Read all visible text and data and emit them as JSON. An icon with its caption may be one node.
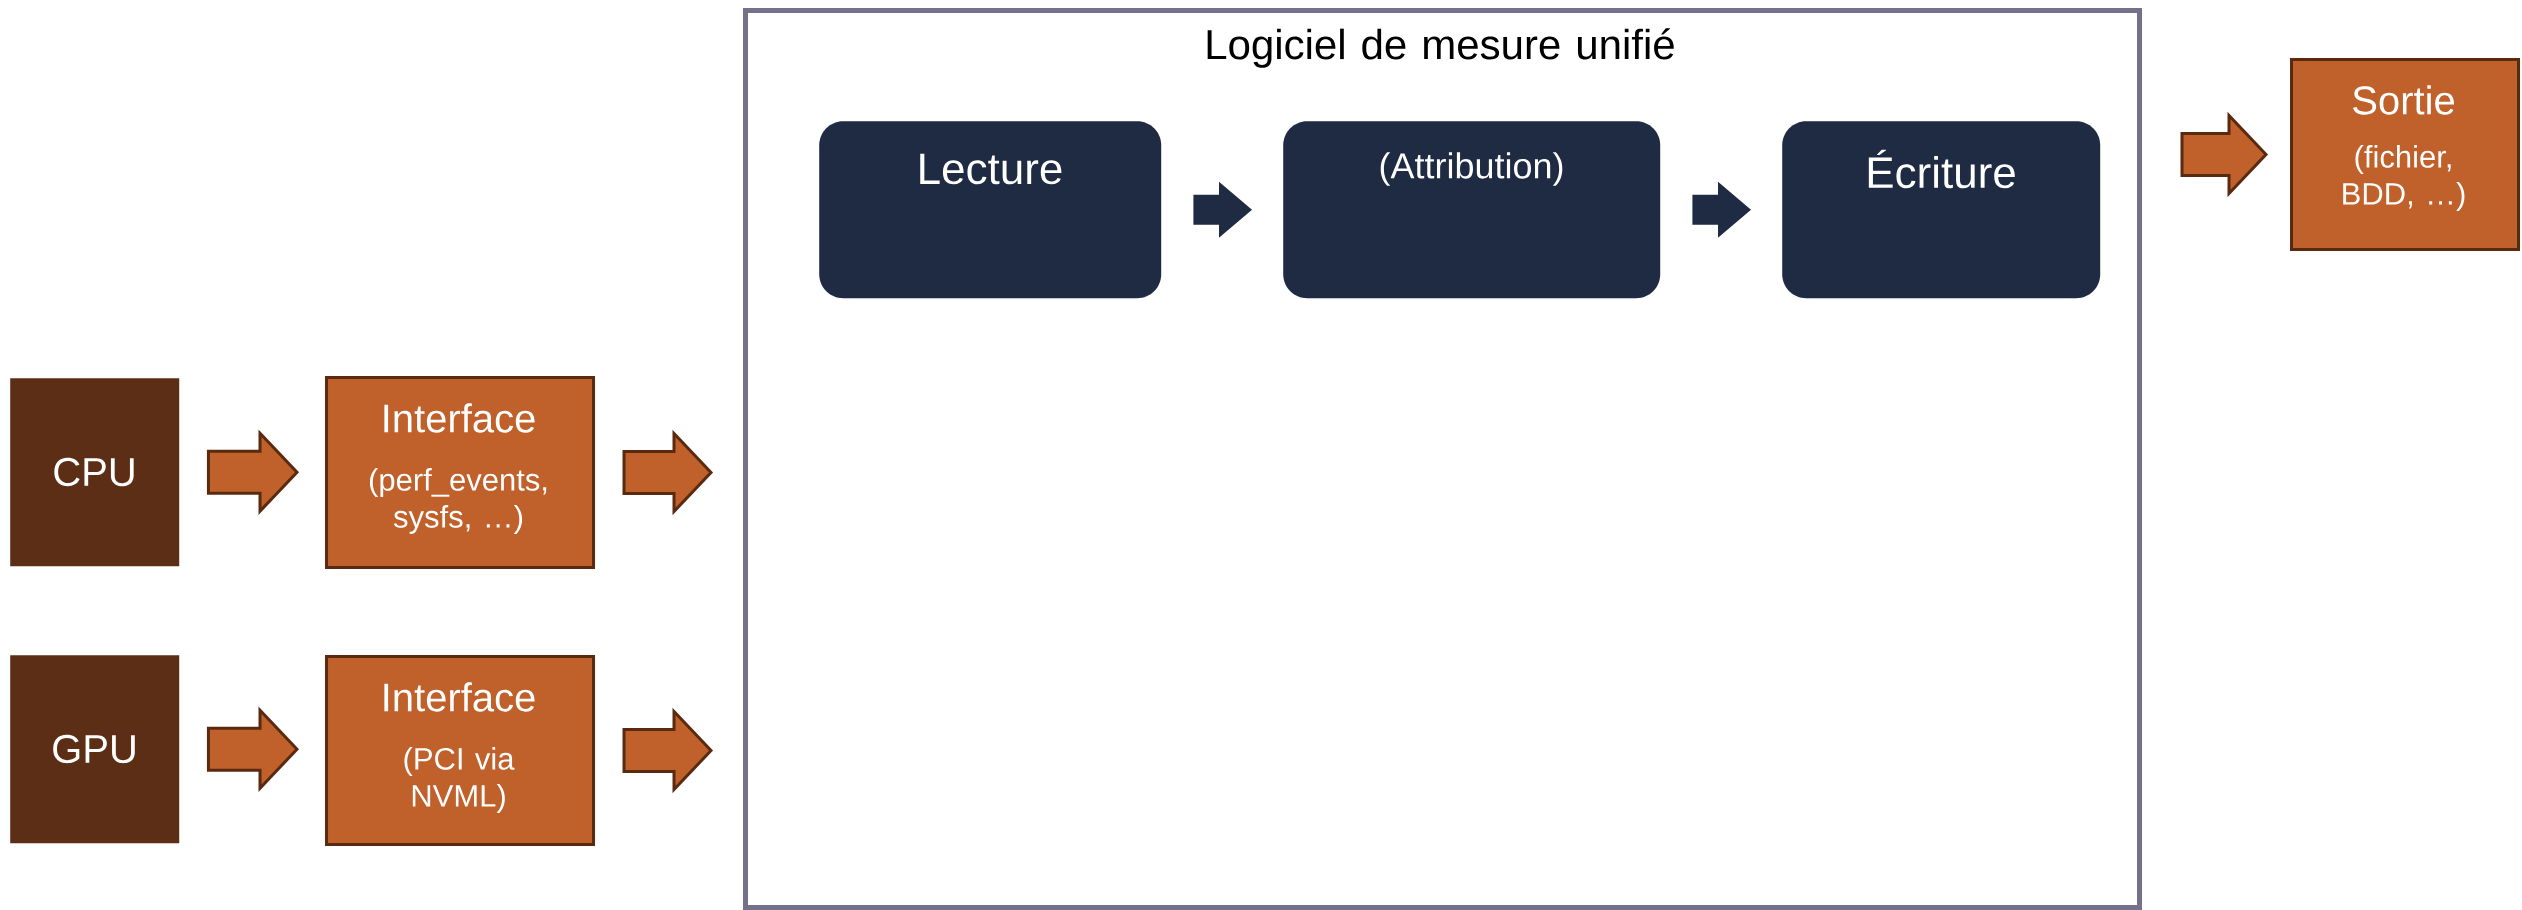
{
  "diagram": {
    "nodes": [
      {
        "text": [
          "CPU"
        ]
      },
      {
        "text": [
          "Interface",
          "(perf_events, sysfs, …)"
        ]
      },
      {
        "text": [
          "GPU"
        ]
      },
      {
        "text": [
          "Interface",
          "(PCI via NVML)"
        ]
      },
      {
        "text": [
          "Logiciel de mesure unifié"
        ]
      },
      {
        "text": [
          "Lecture"
        ],
        "in": 4
      },
      {
        "text": [
          "(Attribution)"
        ],
        "in": 4
      },
      {
        "text": [
          "Écriture"
        ],
        "in": 4
      },
      {
        "text": [
          "Sortie",
          "(fichier, BDD, …)"
        ]
      }
    ],
    "edges": [
      {
        "from": 0,
        "to": 1,
        "arrow": "to"
      },
      {
        "from": 1,
        "to": 4,
        "arrow": "to"
      },
      {
        "from": 2,
        "to": 3,
        "arrow": "to"
      },
      {
        "from": 3,
        "to": 4,
        "arrow": "to"
      },
      {
        "from": 5,
        "to": 6,
        "arrow": "to",
        "color": "#1f2b42"
      },
      {
        "from": 6,
        "to": 7,
        "arrow": "to",
        "color": "#1f2b42"
      },
      {
        "from": 4,
        "to": 8,
        "arrow": "to"
      }
    ]
  }
}
